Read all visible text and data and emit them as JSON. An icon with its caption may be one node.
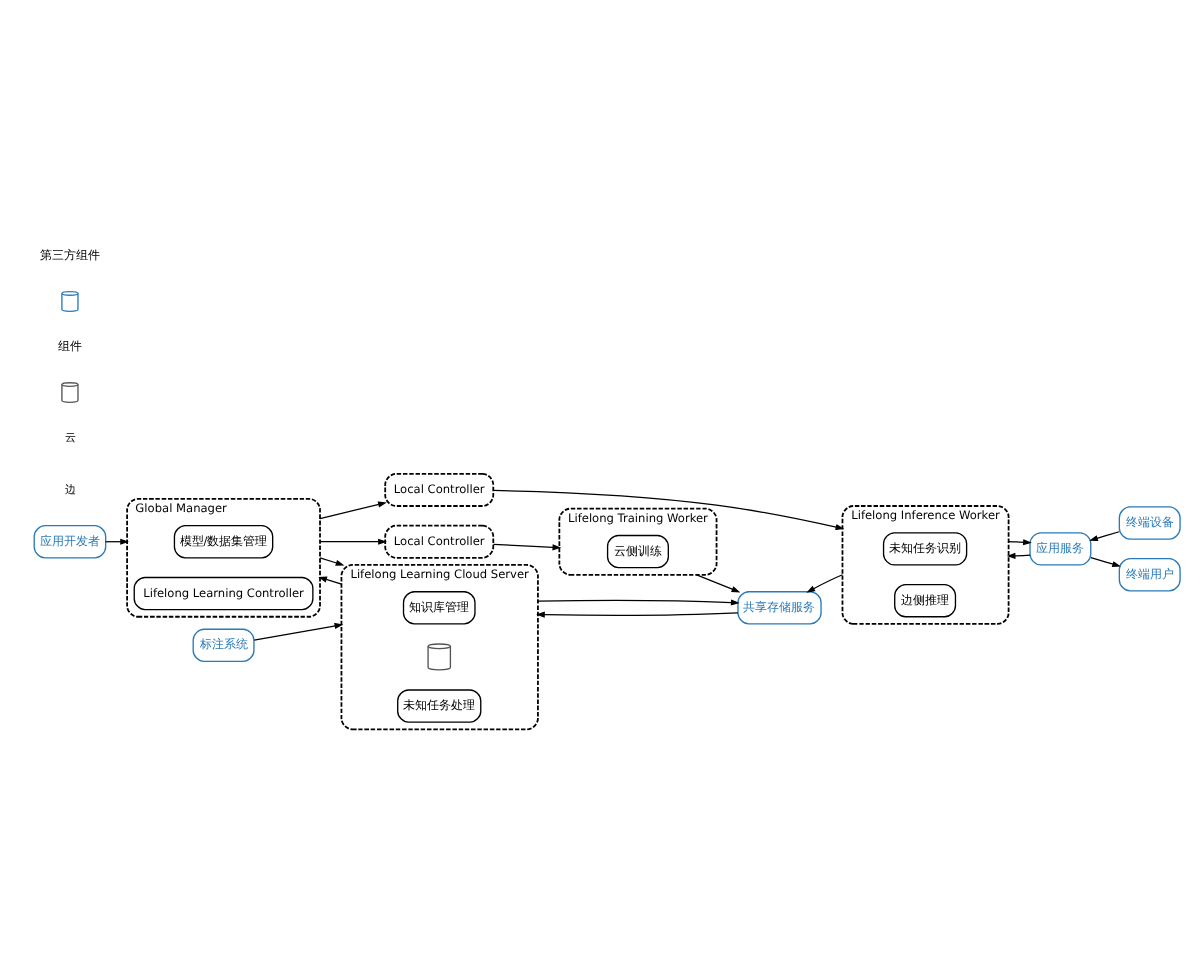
{
  "diagram": {
    "nodes": [
      {
        "text": [
          "应用开发者"
        ]
      },
      {
        "text": [
          "Global Manager"
        ]
      },
      {
        "text": [
          "模型/数据集管理"
        ],
        "in": 1
      },
      {
        "text": [
          "Lifelong Learning Controller"
        ],
        "in": 1
      },
      {
        "text": [
          "Local Controller"
        ]
      },
      {
        "text": [
          "Lifelong Training Worker"
        ]
      },
      {
        "text": [
          "云侧训练"
        ],
        "in": 5
      },
      {
        "text": [
          "标注系统"
        ]
      },
      {
        "text": [
          "Lifelong Learning Cloud Server"
        ]
      },
      {
        "text": [
          "知识库管理"
        ],
        "in": 8
      },
      {
        "text": [],
        "shape": "cylinder",
        "in": 8
      },
      {
        "text": [
          "未知任务处理"
        ],
        "in": 8
      },
      {
        "text": [
          "共享存储服务"
        ]
      },
      {
        "text": [
          "Local Controller"
        ]
      },
      {
        "text": [
          "Lifelong Inference Worker"
        ]
      },
      {
        "text": [
          "未知任务识别"
        ],
        "in": 14
      },
      {
        "text": [
          "边侧推理"
        ],
        "in": 14
      },
      {
        "text": [
          "应用服务"
        ]
      },
      {
        "text": [
          "终端设备"
        ]
      },
      {
        "text": [
          "终端用户"
        ]
      }
    ],
    "edges": [
      {
        "from": 0,
        "to": 1,
        "arrow": "to"
      },
      {
        "from": 1,
        "to": 4,
        "arrow": "to"
      },
      {
        "from": 4,
        "to": 5,
        "arrow": "to"
      },
      {
        "from": 5,
        "to": 12,
        "arrow": "to"
      },
      {
        "from": 8,
        "to": 1,
        "arrow": "to"
      },
      {
        "from": 1,
        "to": 8,
        "arrow": "to"
      },
      {
        "from": 7,
        "to": 8,
        "arrow": "to"
      },
      {
        "from": 12,
        "to": 8,
        "arrow": "to"
      },
      {
        "from": 8,
        "to": 12,
        "arrow": "to"
      },
      {
        "from": 1,
        "to": 13,
        "arrow": "to"
      },
      {
        "from": 13,
        "to": 14,
        "arrow": "to"
      },
      {
        "from": 14,
        "to": 12,
        "arrow": "to"
      },
      {
        "from": 17,
        "to": 14,
        "arrow": "to"
      },
      {
        "from": 14,
        "to": 17,
        "arrow": "to"
      },
      {
        "from": 18,
        "to": 17,
        "arrow": "to"
      },
      {
        "from": 17,
        "to": 19,
        "arrow": "to"
      }
    ],
    "labels": [
      "云",
      "边"
    ],
    "legend": [
      {
        "text": "第三方组件"
      },
      {
        "text": "组件"
      }
    ]
  }
}
